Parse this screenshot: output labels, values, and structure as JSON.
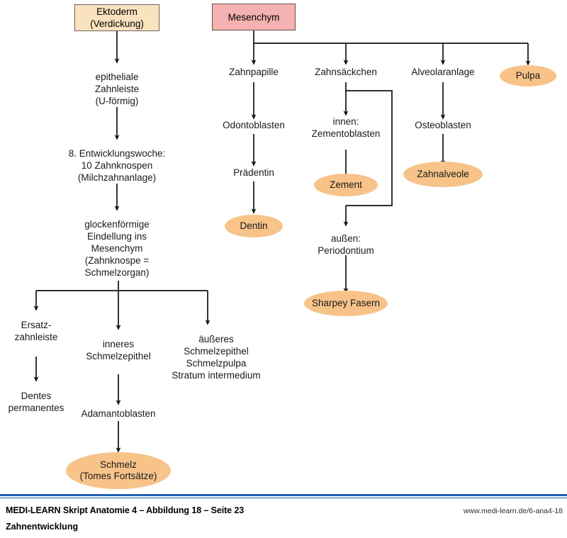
{
  "diagram": {
    "title": "Zahnentwicklung",
    "type": "flowchart",
    "colors": {
      "ektoderm_box_fill": "#fbe2bf",
      "mesenchym_box_fill": "#f4b2b0",
      "ellipse_fill": "#f7c389",
      "box_stroke": "#6b6258",
      "connector": "#111111",
      "footer_rule": "#1f61b0"
    },
    "nodes": {
      "ektoderm": "Ektoderm\n(Verdickung)",
      "mesenchym": "Mesenchym",
      "epitheliale_zahnleiste": "epitheliale\nZahnleiste\n(U-förmig)",
      "entwicklungswoche": "8. Entwicklungswoche:\n10 Zahnknospen\n(Milchzahnanlage)",
      "glockenfoermige": "glockenförmige\nEindellung ins\nMesenchym\n(Zahnknospe =\nSchmelzorgan)",
      "ersatzzahnleiste": "Ersatz-\nzahnleiste",
      "dentes_permanentes": "Dentes\npermanentes",
      "inneres_schmelzepithel": "inneres\nSchmelzepithel",
      "adamantoblasten": "Adamantoblasten",
      "schmelz": "Schmelz\n(Tomes Fortsätze)",
      "aeusseres_schmelzepithel": "äußeres\nSchmelzepithel\nSchmelzpulpa\nStratum intermedium",
      "zahnpapille": "Zahnpapille",
      "odontoblasten": "Odontoblasten",
      "praedentin": "Prädentin",
      "dentin": "Dentin",
      "zahnsaeckchen": "Zahnsäckchen",
      "innen_zementoblasten": "innen:\nZementoblasten",
      "zement": "Zement",
      "aussen_periodontium": "außen:\nPeriodontium",
      "sharpey_fasern": "Sharpey Fasern",
      "alveolaranlage": "Alveolaranlage",
      "osteoblasten": "Osteoblasten",
      "zahnalveole": "Zahnalveole",
      "pulpa": "Pulpa"
    }
  },
  "footer": {
    "line1": "MEDI-LEARN Skript Anatomie 4 – Abbildung 18 – Seite 23",
    "line2": "Zahnentwicklung",
    "url": "www.medi-learn.de/6-ana4-18"
  }
}
